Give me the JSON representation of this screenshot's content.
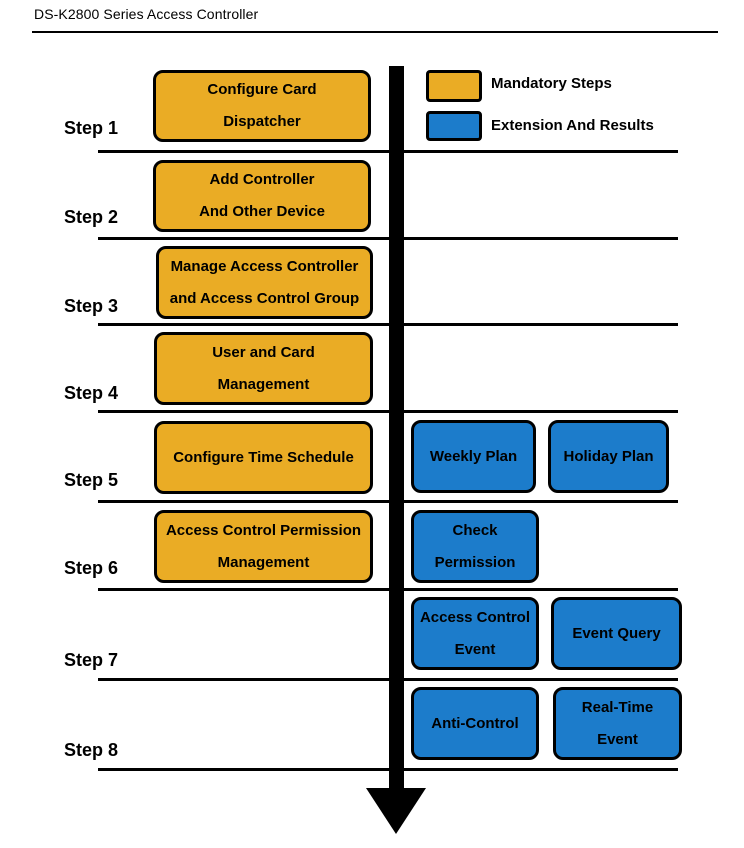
{
  "header": {
    "title": "DS-K2800 Series Access Controller"
  },
  "colors": {
    "mandatory": "#eaac25",
    "extension": "#1c7ccb",
    "line": "#000000"
  },
  "legend": {
    "mandatory_label": "Mandatory Steps",
    "extension_label": "Extension And Results"
  },
  "steps": [
    {
      "label": "Step 1",
      "mandatory": "Configure Card\nDispatcher",
      "extensions": []
    },
    {
      "label": "Step 2",
      "mandatory": "Add Controller\nAnd Other Device",
      "extensions": []
    },
    {
      "label": "Step 3",
      "mandatory": "Manage Access Controller\nand Access Control Group",
      "extensions": []
    },
    {
      "label": "Step 4",
      "mandatory": "User and Card\nManagement",
      "extensions": []
    },
    {
      "label": "Step 5",
      "mandatory": "Configure Time Schedule",
      "extensions": [
        "Weekly Plan",
        "Holiday Plan"
      ]
    },
    {
      "label": "Step 6",
      "mandatory": "Access Control Permission\nManagement",
      "extensions": [
        "Check\nPermission"
      ]
    },
    {
      "label": "Step 7",
      "mandatory": "",
      "extensions": [
        "Access Control\nEvent",
        "Event Query"
      ]
    },
    {
      "label": "Step 8",
      "mandatory": "",
      "extensions": [
        "Anti-Control",
        "Real-Time\nEvent"
      ]
    }
  ]
}
